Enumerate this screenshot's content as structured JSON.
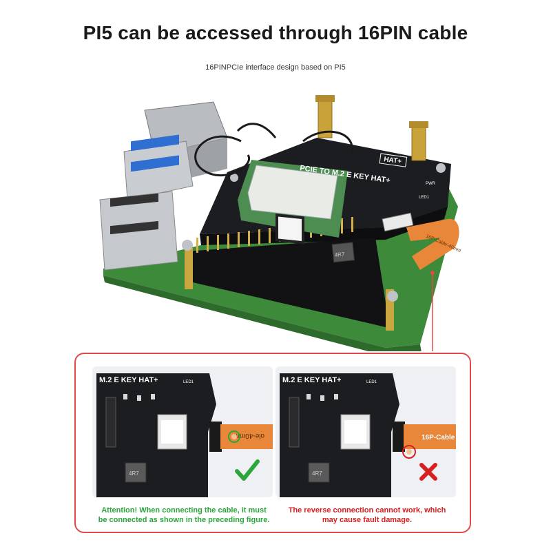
{
  "title": "PI5 can be accessed through 16PIN cable",
  "subtitle": "16PINPCIe interface design based on PI5",
  "hero": {
    "board_label": "PCIE TO M.2 E KEY HAT+",
    "hat_badge": "HAT+",
    "pwr_label": "PWR",
    "led_label": "LED1",
    "cable_label": "16P-Cable-40mm",
    "inductor_label": "4R7"
  },
  "panel": {
    "left": {
      "board_label": "M.2 E KEY HAT+",
      "led_label": "LED1",
      "cable_label": "ole-40mm",
      "inductor_label": "4R7",
      "caption_line1": "Attention! When connecting the cable, it must",
      "caption_line2": "be connected as shown in the preceding figure."
    },
    "right": {
      "board_label": "M.2 E KEY HAT+",
      "led_label": "LED1",
      "cable_label": "16P-Cable",
      "inductor_label": "4R7",
      "caption_line1": "The reverse connection cannot work, which",
      "caption_line2": "may cause fault damage."
    }
  },
  "colors": {
    "ok": "#2aa63a",
    "bad": "#d82020",
    "panel_border": "#e24a4a",
    "cable": "#e8873a",
    "pcb": "#1c1d20"
  }
}
